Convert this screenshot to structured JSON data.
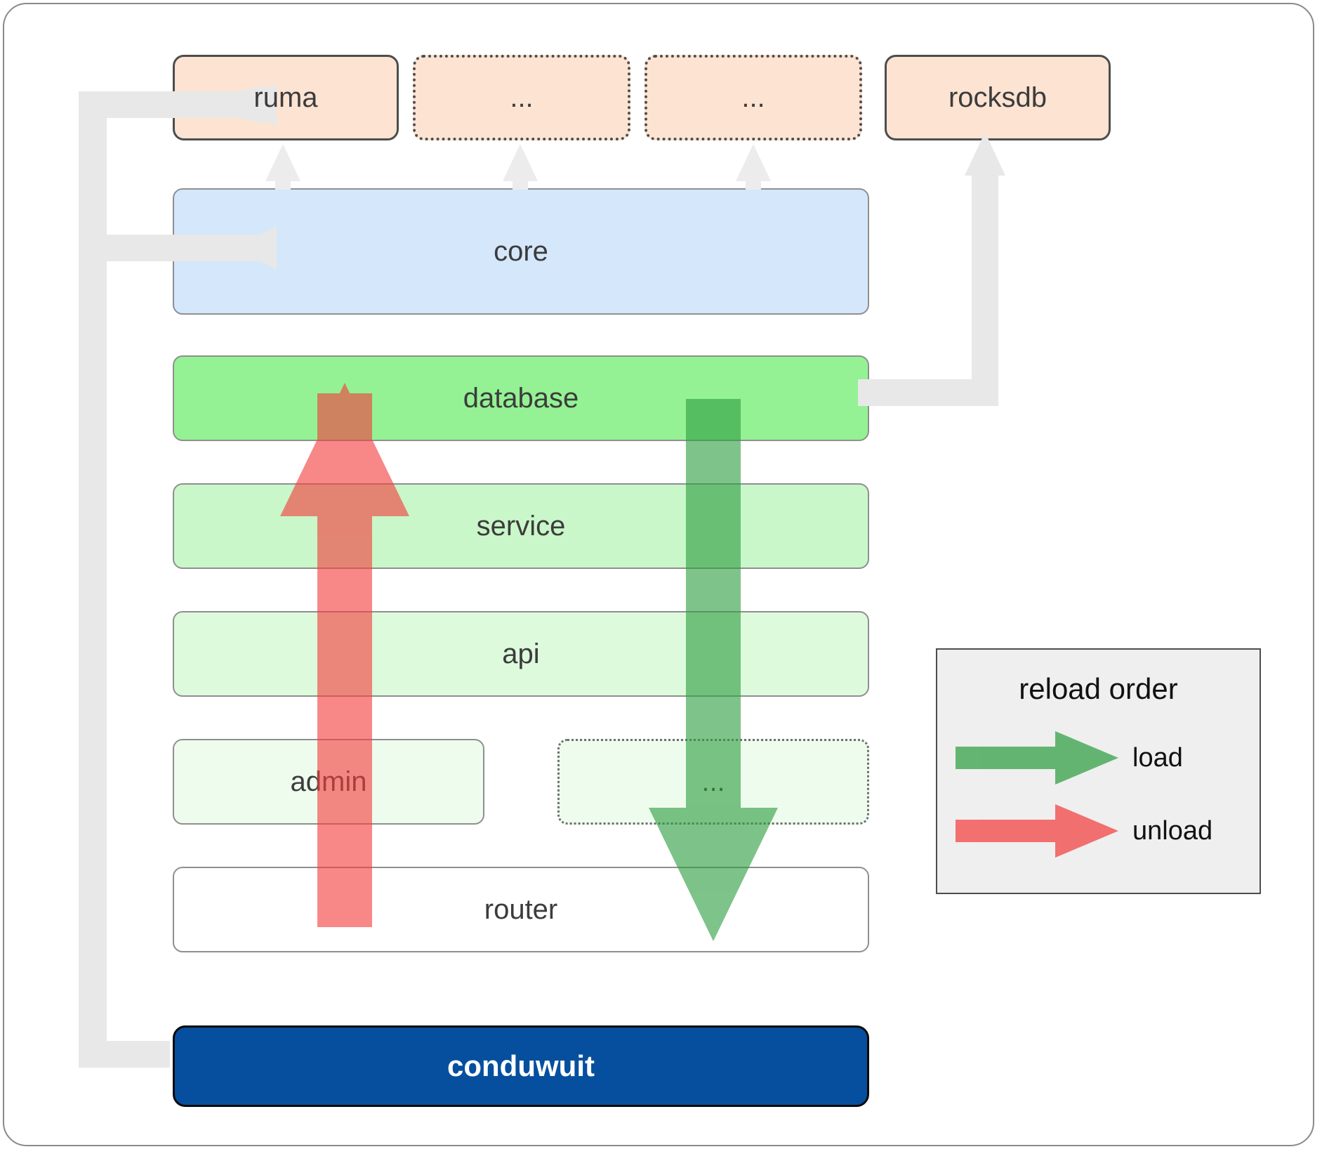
{
  "diagram": {
    "title": "conduwuit crate dependency / reload order diagram",
    "colors": {
      "dependency_fill": "#fde3d2",
      "dependency_stroke": "#4d4d4d",
      "core_fill": "#d4e7fb",
      "layer_stroke": "#8f8f8f",
      "database_fill": "#94f294",
      "service_fill": "#c9f7c9",
      "api_fill": "#ddfadd",
      "admin_fill": "#eefcee",
      "router_fill": "#ffffff",
      "app_fill": "#064f9e",
      "app_text": "#ffffff",
      "load_arrow": "#57b361",
      "unload_arrow": "#f98080",
      "connector": "#e8e8e8",
      "legend_fill": "#efefef",
      "text": "#3c3c3c"
    },
    "dependencies": [
      {
        "id": "ruma",
        "label": "ruma",
        "style": "solid"
      },
      {
        "id": "dep2",
        "label": "...",
        "style": "dotted"
      },
      {
        "id": "dep3",
        "label": "...",
        "style": "dotted"
      },
      {
        "id": "rocksdb",
        "label": "rocksdb",
        "style": "solid"
      }
    ],
    "core": {
      "id": "core",
      "label": "core"
    },
    "layers": [
      {
        "id": "database",
        "label": "database",
        "style": "solid",
        "fill": "#94f294"
      },
      {
        "id": "service",
        "label": "service",
        "style": "solid",
        "fill": "#c9f7c9"
      },
      {
        "id": "api",
        "label": "api",
        "style": "solid",
        "fill": "#ddfadd"
      },
      {
        "id": "admin",
        "label": "admin",
        "style": "solid",
        "fill": "#eefcee"
      },
      {
        "id": "more",
        "label": "...",
        "style": "dotted",
        "fill": "#eefcee"
      },
      {
        "id": "router",
        "label": "router",
        "style": "solid",
        "fill": "#ffffff"
      }
    ],
    "app": {
      "id": "conduwuit",
      "label": "conduwuit"
    },
    "legend": {
      "title": "reload order",
      "items": [
        {
          "id": "load",
          "label": "load",
          "color": "#57b361"
        },
        {
          "id": "unload",
          "label": "unload",
          "color": "#f98080"
        }
      ]
    }
  }
}
